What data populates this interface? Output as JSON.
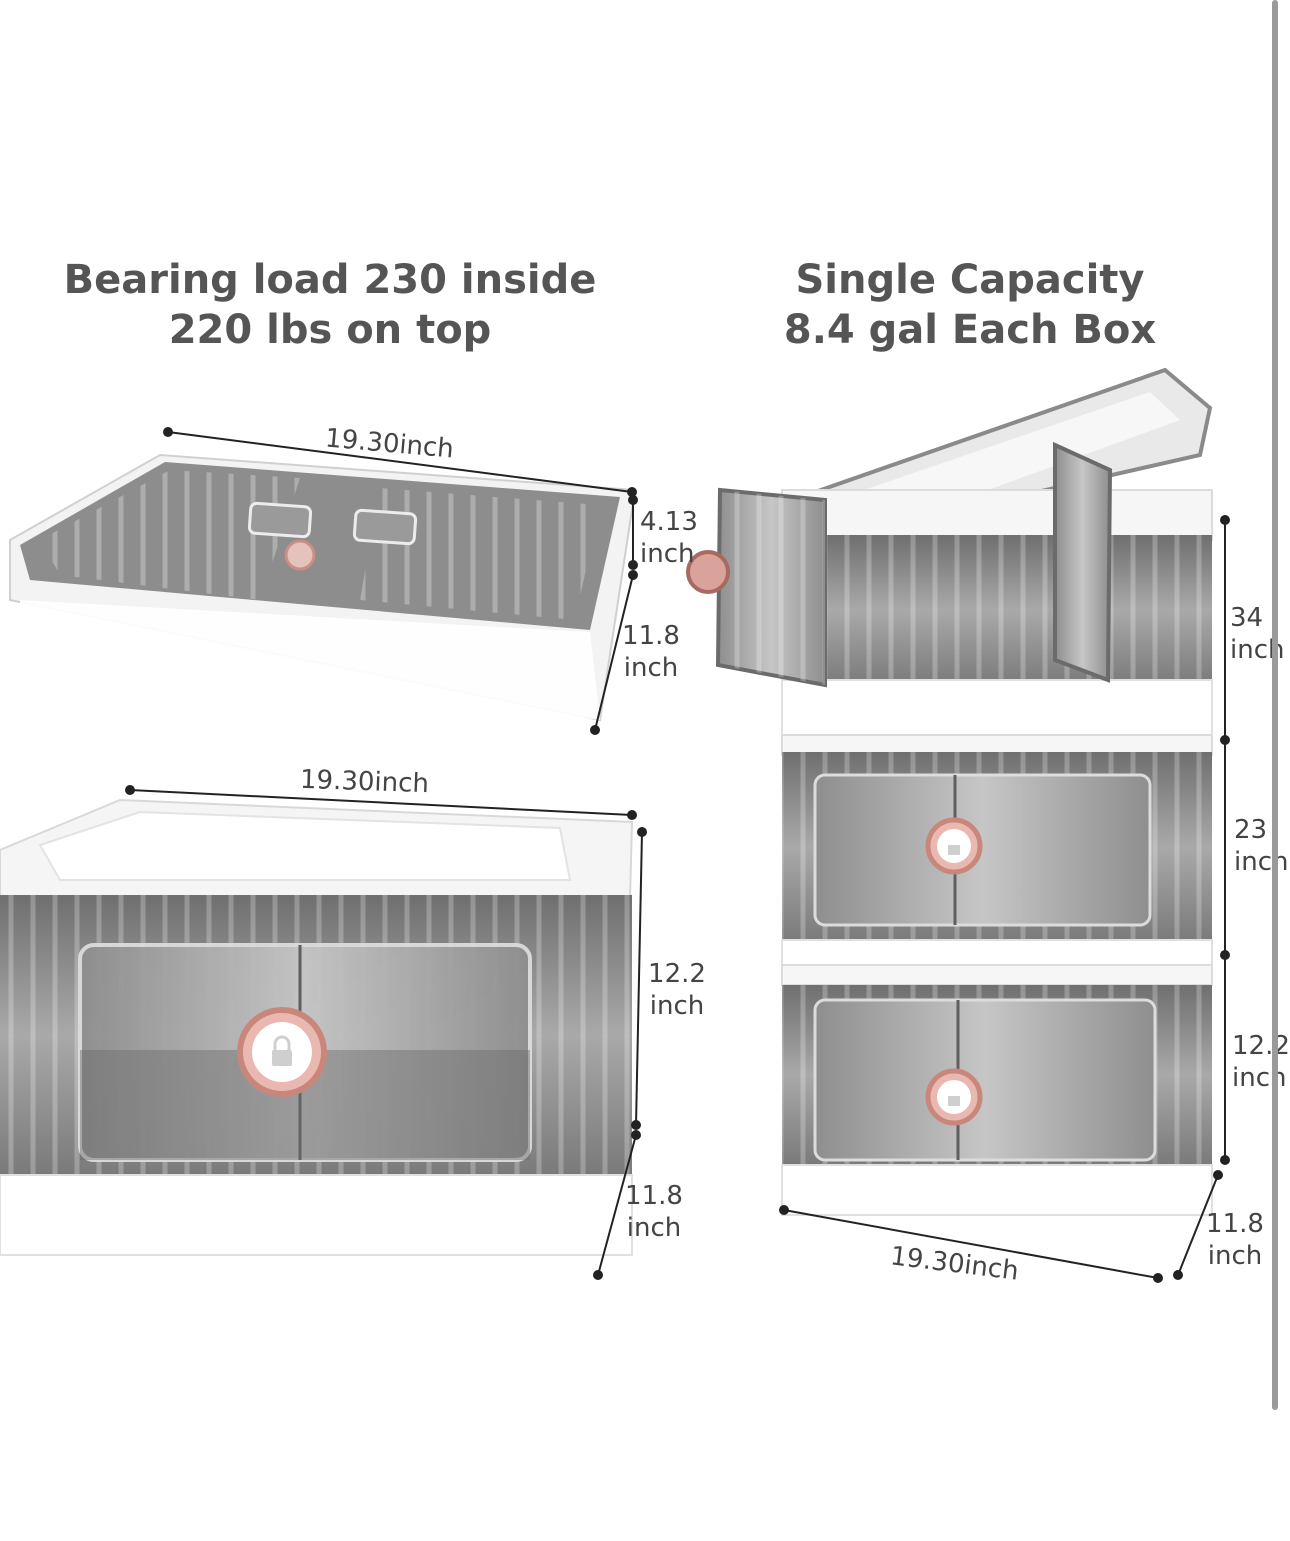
{
  "headlines": {
    "load": [
      "Bearing load 230 inside",
      "220 lbs on top"
    ],
    "capacity": [
      "Single Capacity",
      "8.4 gal Each Box"
    ]
  },
  "dimensions": {
    "folded_width": "19.30inch",
    "folded_height_value": "4.13",
    "folded_height_unit": "inch",
    "folded_depth_value": "11.8",
    "folded_depth_unit": "inch",
    "box_width": "19.30inch",
    "box_height_value": "12.2",
    "box_height_unit": "inch",
    "box_depth_value": "11.8",
    "box_depth_unit": "inch",
    "stack_total_value": "34",
    "stack_total_unit": "inch",
    "stack_two_value": "23",
    "stack_two_unit": "inch",
    "stack_one_value": "12.2",
    "stack_one_unit": "inch",
    "stack_depth_value": "11.8",
    "stack_depth_unit": "inch",
    "stack_width": "19.30inch"
  },
  "colors": {
    "frame": "#f4f4f4",
    "smoke_plastic": "#7c7c7c",
    "lock_ring": "#d9a29a",
    "text": "#555555"
  }
}
